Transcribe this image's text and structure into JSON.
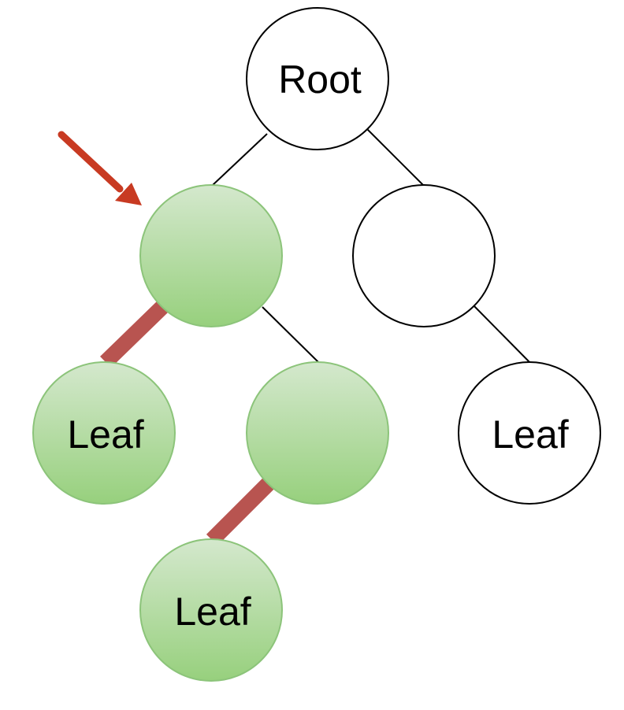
{
  "colors": {
    "background": "#ffffff",
    "node_plain_fill": "#ffffff",
    "node_stroke": "#000000",
    "node_highlight_top": "#d4e8cd",
    "node_highlight_bottom": "#97d07d",
    "node_highlight_stroke": "#8cc47a",
    "edge_plain": "#000000",
    "edge_highlight": "#b85450",
    "arrow": "#c83a22"
  },
  "tree": {
    "root": {
      "label": "Root",
      "highlighted": false
    },
    "left_child": {
      "label": "",
      "highlighted": true,
      "marked_by_arrow": true
    },
    "right_child": {
      "label": "",
      "highlighted": false
    },
    "left_left_leaf": {
      "label": "Leaf",
      "highlighted": true
    },
    "left_right_child": {
      "label": "",
      "highlighted": true
    },
    "right_right_leaf": {
      "label": "Leaf",
      "highlighted": false
    },
    "left_right_left_leaf": {
      "label": "Leaf",
      "highlighted": true
    }
  },
  "edges": [
    {
      "from": "root",
      "to": "left_child",
      "style": "plain"
    },
    {
      "from": "root",
      "to": "right_child",
      "style": "plain"
    },
    {
      "from": "left_child",
      "to": "left_left_leaf",
      "style": "highlight"
    },
    {
      "from": "left_child",
      "to": "left_right_child",
      "style": "plain"
    },
    {
      "from": "right_child",
      "to": "right_right_leaf",
      "style": "plain"
    },
    {
      "from": "left_right_child",
      "to": "left_right_left_leaf",
      "style": "highlight"
    }
  ]
}
